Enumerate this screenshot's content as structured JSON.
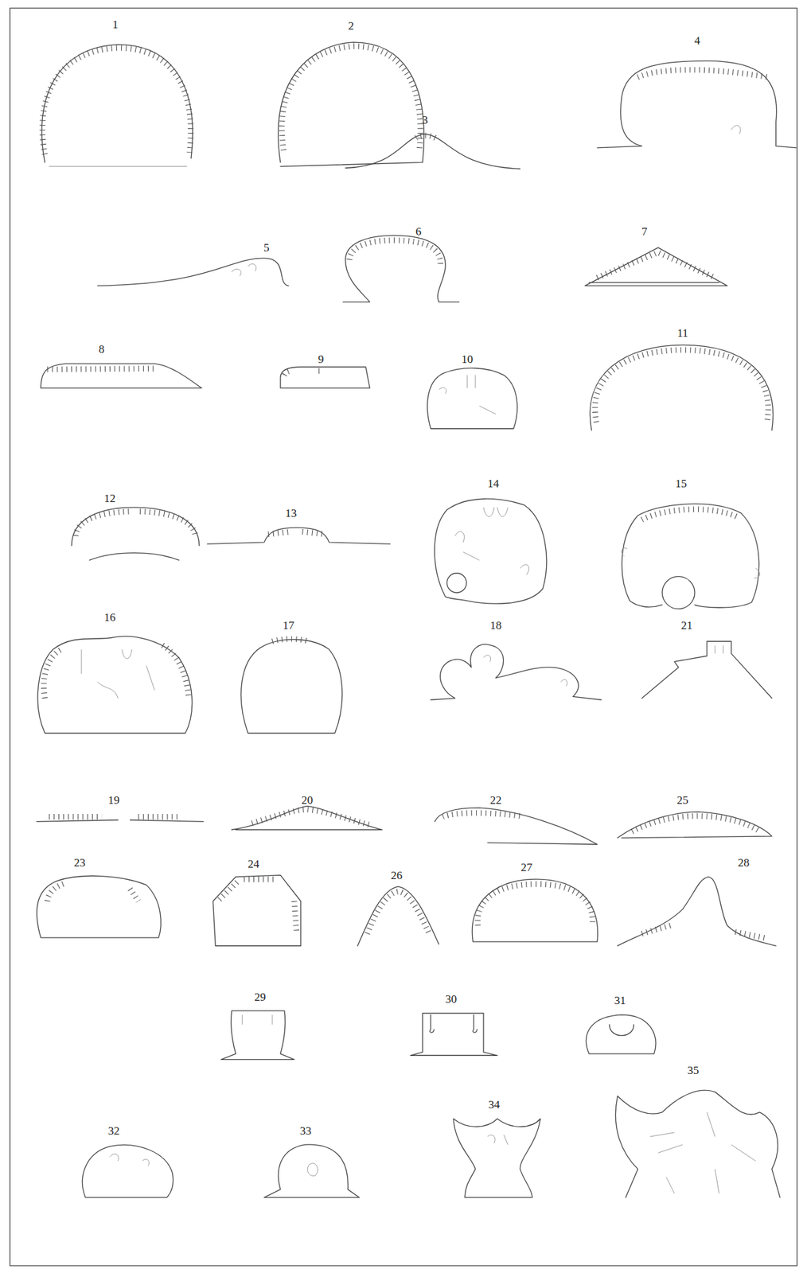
{
  "diagram": {
    "labels": [
      "1",
      "2",
      "3",
      "4",
      "5",
      "6",
      "7",
      "8",
      "9",
      "10",
      "11",
      "12",
      "13",
      "14",
      "15",
      "16",
      "17",
      "18",
      "21",
      "19",
      "20",
      "22",
      "25",
      "23",
      "24",
      "26",
      "27",
      "28",
      "29",
      "30",
      "31",
      "32",
      "33",
      "34",
      "35"
    ]
  }
}
